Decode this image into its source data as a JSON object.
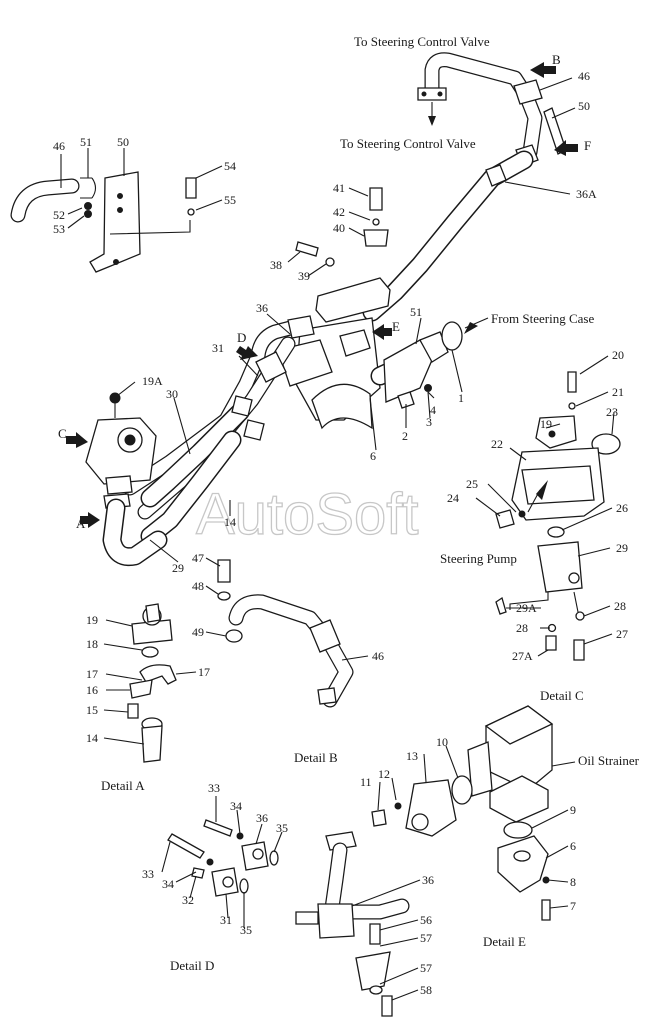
{
  "watermark": "AutoSoft",
  "captions": {
    "to_valve_top": "To Steering Control Valve",
    "to_valve_mid": "To Steering Control Valve",
    "from_case": "From Steering Case",
    "steering_pump": "Steering Pump",
    "oil_strainer": "Oil Strainer",
    "detail_a": "Detail A",
    "detail_b": "Detail B",
    "detail_c": "Detail C",
    "detail_d": "Detail D",
    "detail_e": "Detail E"
  },
  "view_letters": {
    "a": "A",
    "b": "B",
    "c": "C",
    "d": "D",
    "e": "E",
    "f": "F"
  },
  "labels": {
    "n46_top": "46",
    "n50_top": "50",
    "n36a": "36A",
    "n46_l": "46",
    "n51_l": "51",
    "n50_l": "50",
    "n52": "52",
    "n53": "53",
    "n54": "54",
    "n55": "55",
    "n41": "41",
    "n42": "42",
    "n40": "40",
    "n38": "38",
    "n39": "39",
    "n36_main": "36",
    "n51_main": "51",
    "n1": "1",
    "n4": "4",
    "n3": "3",
    "n2": "2",
    "n6_main": "6",
    "n31_main": "31",
    "n30": "30",
    "n19a": "19A",
    "n14_main": "14",
    "n29_main": "29",
    "n20": "20",
    "n21": "21",
    "n19_c": "19",
    "n23": "23",
    "n22": "22",
    "n25": "25",
    "n24": "24",
    "n26": "26",
    "n29_c": "29",
    "n29a": "29A",
    "n28_a": "28",
    "n28_b": "28",
    "n27": "27",
    "n27a": "27A",
    "n47": "47",
    "n48": "48",
    "n49": "49",
    "n46_b": "46",
    "n19_a": "19",
    "n18": "18",
    "n17_l": "17",
    "n17_r": "17",
    "n16": "16",
    "n15": "15",
    "n14_a": "14",
    "n33_t": "33",
    "n34_t": "34",
    "n36_d": "36",
    "n35_t": "35",
    "n33_b": "33",
    "n34_b": "34",
    "n32": "32",
    "n31_d": "31",
    "n35_b": "35",
    "n13": "13",
    "n12": "12",
    "n11": "11",
    "n10": "10",
    "n9": "9",
    "n6_e": "6",
    "n8": "8",
    "n7": "7",
    "n36_e": "36",
    "n56": "56",
    "n57_a": "57",
    "n57_b": "57",
    "n58": "58"
  }
}
